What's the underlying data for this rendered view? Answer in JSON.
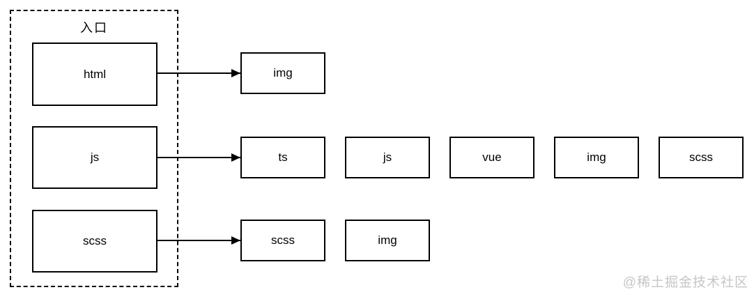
{
  "diagram": {
    "entry_group": {
      "title": "入口",
      "nodes": [
        {
          "id": "html",
          "label": "html"
        },
        {
          "id": "js",
          "label": "js"
        },
        {
          "id": "scss",
          "label": "scss"
        }
      ]
    },
    "targets": {
      "html_row": [
        {
          "label": "img"
        }
      ],
      "js_row": [
        {
          "label": "ts"
        },
        {
          "label": "js"
        },
        {
          "label": "vue"
        },
        {
          "label": "img"
        },
        {
          "label": "scss"
        }
      ],
      "scss_row": [
        {
          "label": "scss"
        },
        {
          "label": "img"
        }
      ]
    },
    "edges": [
      {
        "from": "html",
        "to": "img"
      },
      {
        "from": "js",
        "to": "ts"
      },
      {
        "from": "scss",
        "to": "scss"
      }
    ]
  },
  "watermark": {
    "text": "@稀土掘金技术社区"
  },
  "colors": {
    "line": "#000000",
    "background": "#ffffff",
    "watermark": "#c6c6c6"
  }
}
